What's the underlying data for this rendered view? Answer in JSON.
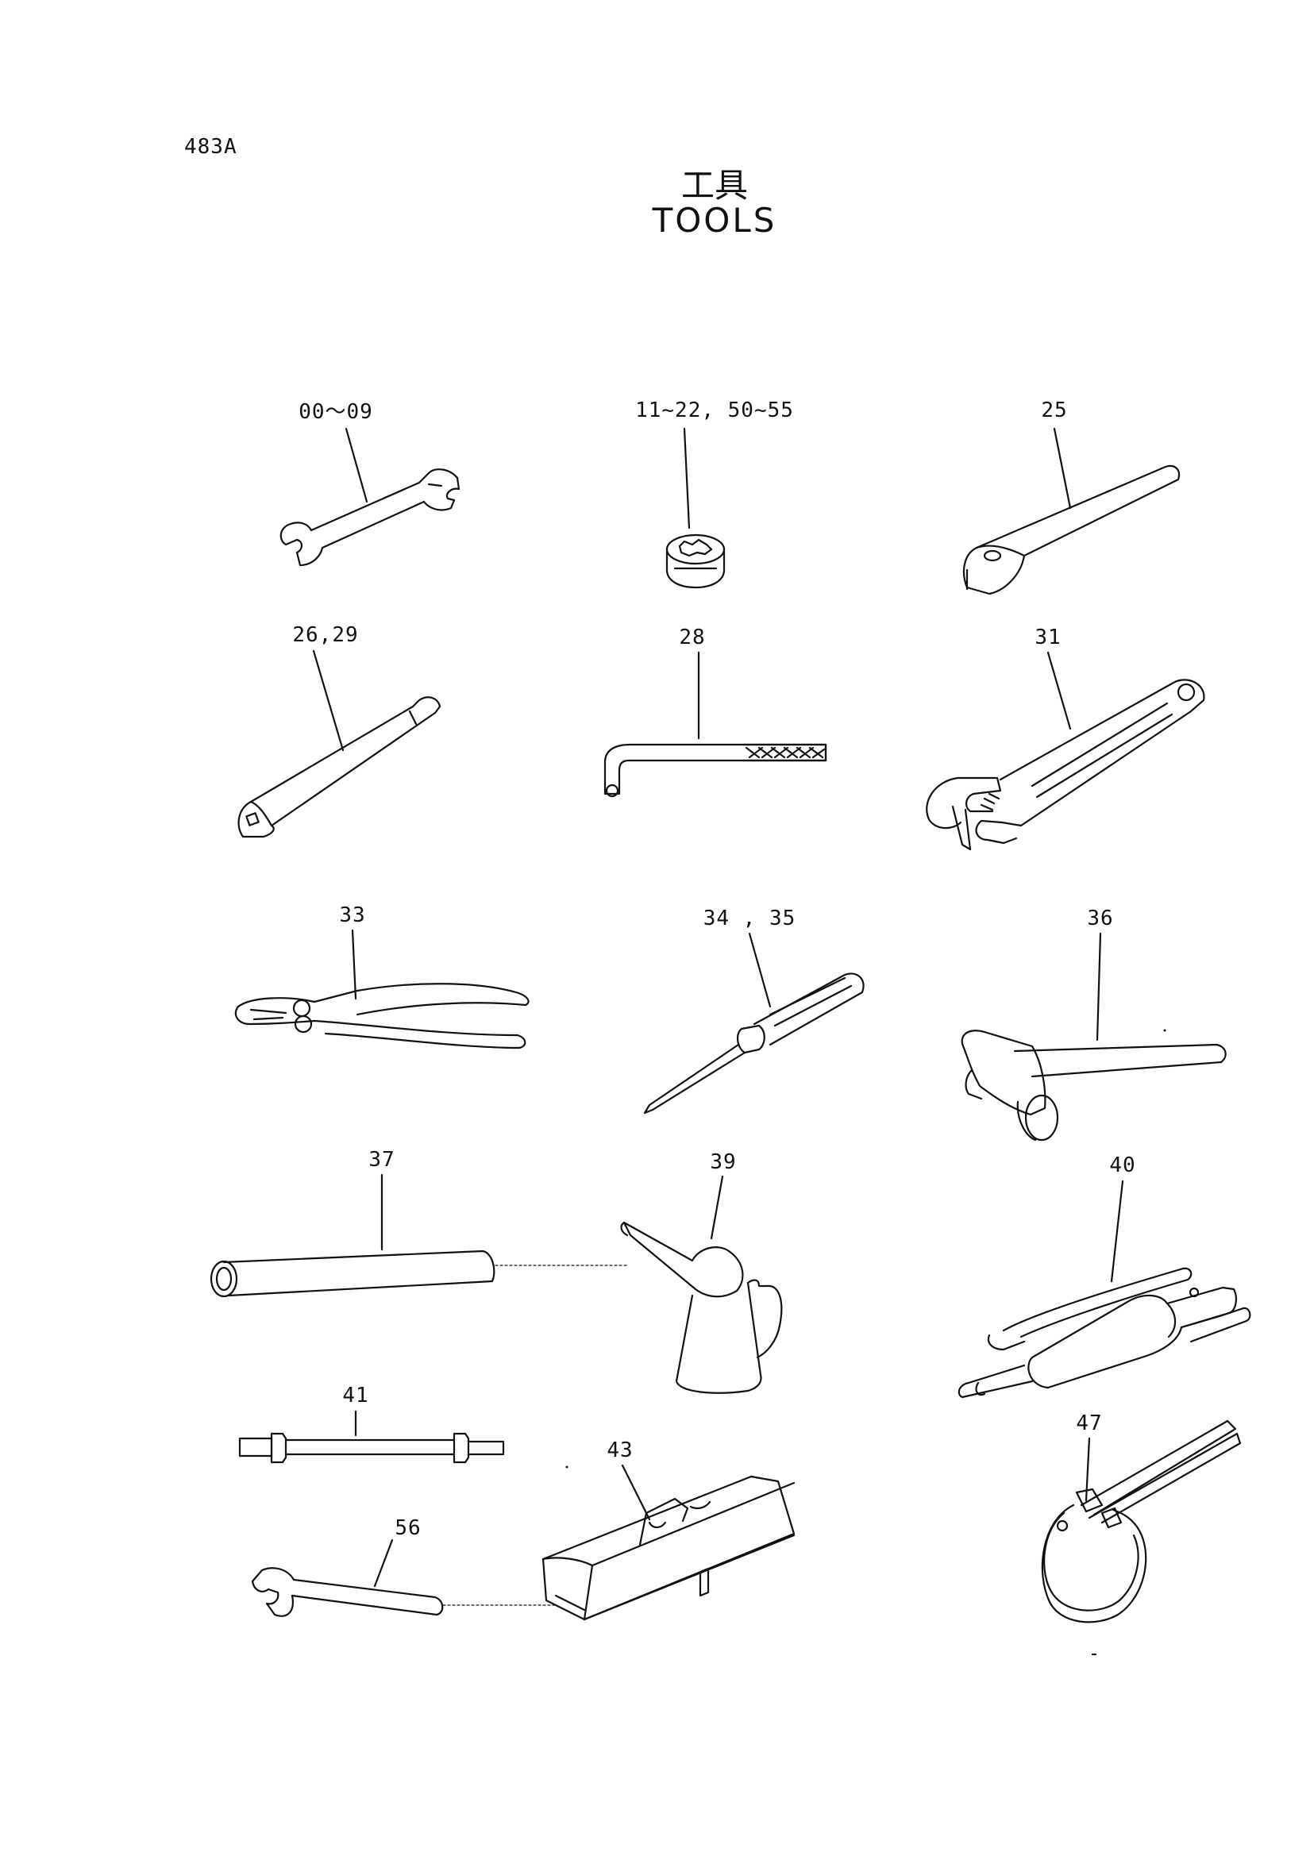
{
  "page": {
    "number": "483A"
  },
  "title": {
    "japanese": "工具",
    "english": "TOOLS"
  },
  "callouts": [
    {
      "id": "spanners",
      "text": "00～09"
    },
    {
      "id": "sockets",
      "text": "11~22, 50~55"
    },
    {
      "id": "ratchet-handle",
      "text": "25"
    },
    {
      "id": "extension-bars",
      "text": "26,29"
    },
    {
      "id": "hex-key",
      "text": "28"
    },
    {
      "id": "adjustable-wrench",
      "text": "31"
    },
    {
      "id": "pliers",
      "text": "33"
    },
    {
      "id": "screwdrivers",
      "text": "34 , 35"
    },
    {
      "id": "hammer",
      "text": "36"
    },
    {
      "id": "pipe",
      "text": "37"
    },
    {
      "id": "oil-can",
      "text": "39"
    },
    {
      "id": "grease-gun",
      "text": "40"
    },
    {
      "id": "hose",
      "text": "41"
    },
    {
      "id": "tool-box",
      "text": "43"
    },
    {
      "id": "filter-wrench",
      "text": "47"
    },
    {
      "id": "single-spanner",
      "text": "56"
    }
  ]
}
